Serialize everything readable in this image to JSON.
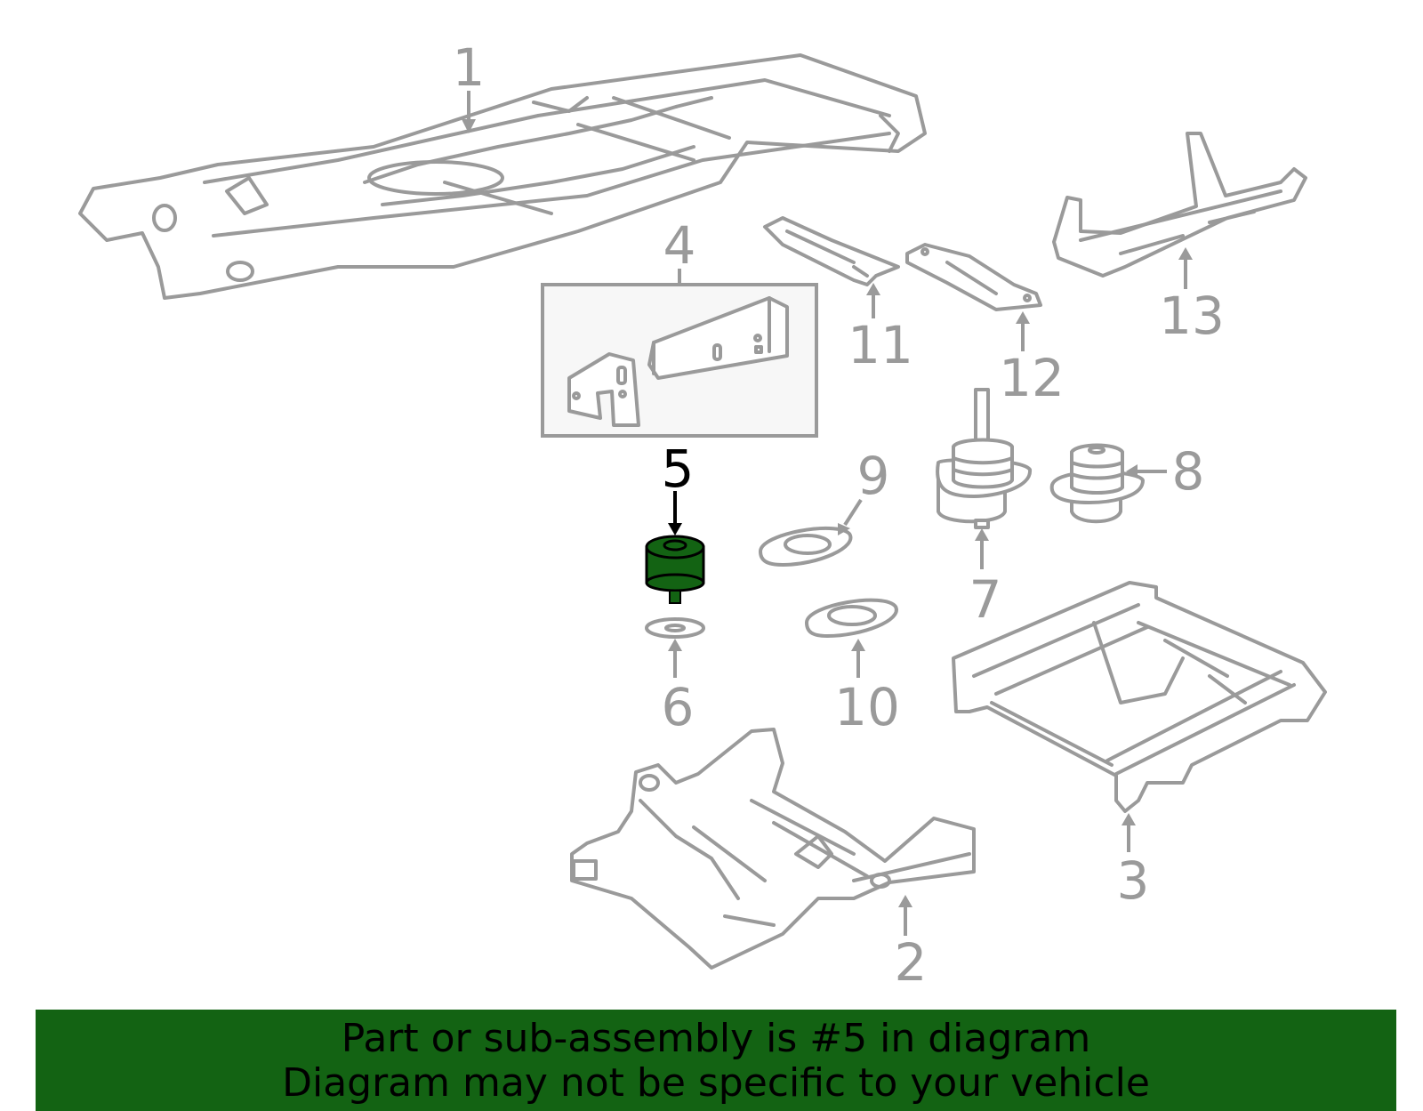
{
  "callouts": {
    "c1": "1",
    "c2": "2",
    "c3": "3",
    "c4": "4",
    "c5": "5",
    "c6": "6",
    "c7": "7",
    "c8": "8",
    "c9": "9",
    "c10": "10",
    "c11": "11",
    "c12": "12",
    "c13": "13"
  },
  "highlighted_part": "5",
  "colors": {
    "highlight": "#136313",
    "banner_bg": "#136313",
    "line_gray": "#9a9a9a"
  },
  "banner": {
    "line1": "Part or sub-assembly is #5 in diagram",
    "line2": "Diagram may not be specific to your vehicle"
  }
}
